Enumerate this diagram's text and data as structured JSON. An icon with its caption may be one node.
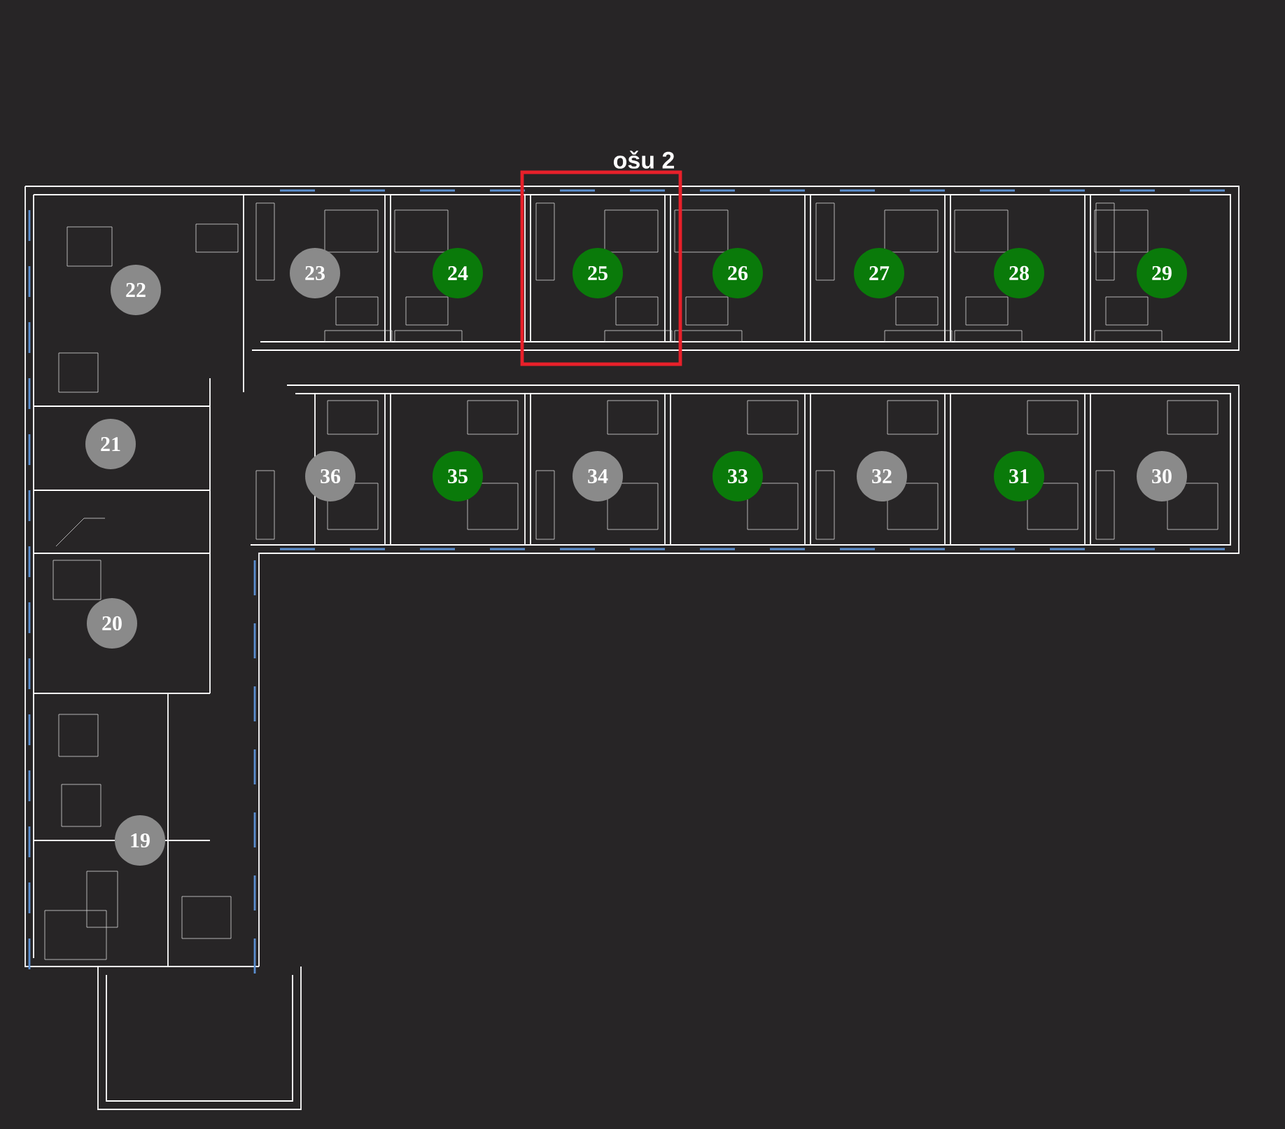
{
  "diagram": {
    "title": "ošu 2",
    "nodes": [
      {
        "text": [],
        "shape": "box"
      },
      {
        "text": [
          "23"
        ]
      },
      {
        "text": [
          "24"
        ]
      },
      {
        "text": [
          "25"
        ],
        "in": 0
      },
      {
        "text": [
          "26"
        ]
      },
      {
        "text": [
          "27"
        ]
      },
      {
        "text": [
          "28"
        ]
      },
      {
        "text": [
          "29"
        ]
      },
      {
        "text": [
          "22"
        ]
      },
      {
        "text": [
          "21"
        ]
      },
      {
        "text": [
          "36"
        ]
      },
      {
        "text": [
          "35"
        ]
      },
      {
        "text": [
          "34"
        ]
      },
      {
        "text": [
          "33"
        ]
      },
      {
        "text": [
          "32"
        ]
      },
      {
        "text": [
          "31"
        ]
      },
      {
        "text": [
          "30"
        ]
      },
      {
        "text": [
          "20"
        ]
      },
      {
        "text": [
          "19"
        ]
      }
    ]
  }
}
